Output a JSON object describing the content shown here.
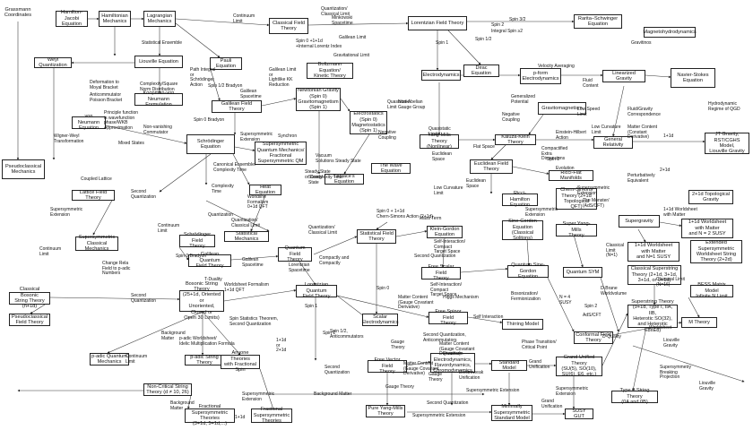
{
  "diagram": {
    "nodes": {
      "grassmann": "Grassmann\nCoordinates",
      "hj": "Hamilton-Jacobi\nEquation",
      "hm": "Hamiltonian\nMechanics",
      "lm": "Lagrangian\nMechanics",
      "cft_classical": "Classical Field\nTheory",
      "lorentzian": "Lorentzian Field Theory",
      "rs": "Rarita–Schwinger\nEquation",
      "mhd": "Magnetohydrodynamics",
      "liouville": "Liouville Equation",
      "weyl": "Weyl Quantization",
      "pauli": "Pauli Equation",
      "boltzmann": "Boltzmann Equation/\nKinetic Theory",
      "dirac": "Dirac Equation",
      "electro": "Electrodynamics",
      "pform": "p-form\nElectrodynamics",
      "linear_grav": "Linearized Gravity",
      "navier": "Navier-Stokes\nEquation",
      "koopman": "Koopman-von\nNeumann Formulation",
      "galilean": "Galilean Field Theory",
      "newtonian": "Newtonian Gravity\n(Spin 0)\nGravitomagnetism\n(Spin 1)",
      "gravitomag": "Gravitomagnetism",
      "electrostatics": "Electrostatics\n(Spin 0)\nMagnetostatics\n(Spin 1)",
      "vonneumann": "von Neumann\nEquation",
      "schrodinger": "Schrödinger\nEquation",
      "susy_qm": "Supersymmetric\nQuantum Mechanics/\nFractional\nSupersymmetric QM",
      "yang_mills": "Yang-Mills Theory\n(Nonlinear)",
      "kk": "Kaluza-Klein Theory",
      "gr": "General Relativity",
      "jt": "JT Gravity,\nRST/CGHS Model,\nLiouville Gravity",
      "pseudo": "Pseudoclassical\nMechanics",
      "laplace": "Laplace's Equation",
      "wave": "The Wave Equation",
      "euclidean": "Euclidean Field\nTheory",
      "ricci_flat": "Ricci-Flat Manifolds",
      "heat": "Heat Equation",
      "lattice": "Lattice Field Theory",
      "cs": "Chern-Simons\nTheory (2+1d\nTopological QFT)",
      "topo2": "2+1d Topological\nGravity",
      "ricci_ham": "Ricci-Hamilton\nEquation",
      "susy_cm": "Supersymmetric\nClassical Mechanics",
      "stat_mech": "Statistical Mechanics",
      "stat_ft": "Statistical Field\nTheory",
      "kg": "Klein-Gordon\nEquation",
      "sine_gordon": "Sine-Gordon\nEquation\n(Classical Solitons)",
      "sym": "Super Yang-Mills\nTheory",
      "sugra": "Supergravity",
      "worldsheet11": "1+1d Worldsheet\nwith Matter\nand N = 2 SUSY",
      "ext_susy": "Extended\nSupersymmetric\nWorldsheet String\nTheory (2+2d)",
      "schr_field": "Schrödinger Field\nTheory",
      "qft": "Quantum Field\nTheory",
      "sg_fund": "Quantum Sine-\nGordon Equation",
      "qsym": "Quantum SYM",
      "worldsheet_ns": "1+1d Worldsheet\nwith Matter\nand N=1 SUSY",
      "gqft": "Galilean Quantum\nField Theory",
      "lqft": "Lorentzian Quantum\nField Theory",
      "free_scalar": "Free Scalar Field\nTheory",
      "thirring": "Thirring Model",
      "cst": "Classical Superstring\nTheory (2+1d, 3+1d,\n3+1d, or 9+1d)",
      "bfss": "BFSS Matrix Model\nInfinite N Limit",
      "bosonic_cl": "Classical Bosonic\nString Theory (n+1d)",
      "bosonic": "Bosonic String Theory\n(25+1d, Oriented or\nUnoriented, Closed or\nOpen 30 Limits)",
      "scalar_ed": "Scalar\nElectrodynamics",
      "free_spinor": "Free Spinor Field\nTheory",
      "mtheory": "M Theory",
      "cft": "Conformal Field\nTheory",
      "superstring": "Superstring Theory\n(9+1d, Type I, IIA, IIB,\nHeterotic SO(32),\nand Heterotic E8xE8)",
      "pseudo_field": "Pseudoclassical\nField Theory",
      "padic_qm": "p-adic Quantum\nMechanics",
      "padic_string": "p-adic String Theory",
      "anyons": "Anyone Theories\nwith Fractional Spin",
      "free_vector": "Free Vector Field\nTheory",
      "qed": "Quantum\nElectrodynamics,\nFlavordynamics,\nChromodynamics",
      "standard": "Standard Model",
      "gut": "Grand Unified Theory\n(SU(5), SO(10),\nSU(6), E6, etc.)",
      "typeo": "Type 0 String Theory\n(0A and 0B)",
      "noncrit": "Non-Critical String\nTheory (d ≠ 10, 26)",
      "frac_susy": "Fractional\nSupersymmetric Theories\n(3+1d, 5+1d,...)",
      "frac_susy2": "Fractional\nSupersymmetric\nTheories",
      "pure_ym": "Pure Yang-Mills\nTheory",
      "mssm": "Minimally\nSupersymmetric\nStandard Model",
      "susy_gut": "SUSY GUT"
    },
    "labels": {
      "l1": "Continuum\nLimit",
      "l2": "Quantization/\nClassical Limit",
      "l3": "Minkowski\nSpacetime",
      "l4": "Spin 0 +1+1d\n+Internal Lorentz Index",
      "l5": "Spin 3/2",
      "l6": "Spin 2",
      "l7": "Integral Spin ≥2",
      "l8": "Spin 1/2",
      "l9": "Spin 1",
      "l10": "Statistical Ensemble",
      "l11": "Deformation to\nMoyal Bracket",
      "l12": "Anticommutator\nPoisson Bracket",
      "l13": "Complexity/Square\nNorm Distribution",
      "l14": "Principle function\nis wavefunction\nphase/WKB\nApproximation",
      "l15": "Non-vanishing\nCommutator",
      "l16": "Path Integral\nor\nSchrödinger\nAction",
      "l17": "Galilean\nSpacetime",
      "l18": "Spin 1/2 Bradyon",
      "l19": "Galilean Limit\nor\nLightlike KK\nReduction",
      "l20": "Gravitational Limit",
      "l21": "Galilean Limit",
      "l22": "Generalized\nPotential",
      "l23": "Velocity Averaging",
      "l24": "Fluid\nContent",
      "l25": "Gravitinos",
      "l26": "Wigner-Weyl\nTransformation",
      "l27": "Spin 0 Bradyon",
      "l28": "Synchron",
      "l29": "Negative\nCoupling",
      "l30": "Non-Abelian\nGauge Group",
      "l31": "Negative\nCoupling",
      "l32": "Low Speed\nLimit",
      "l33": "Fluid/Gravity\nCorrespondence",
      "l34": "Hydrodynamic\nRegime of QGD",
      "l35": "Matter Content\n(Constant\nDerivative)",
      "l36": "Quasistatic\nLimit",
      "l37": "Low Curvature\nLimit",
      "l38": "Mixed States",
      "l39": "Supersymmetric\nExtension",
      "l40": "Vacuum\nSolutions",
      "l41": "Quasistatic\nLimit",
      "l42": "Flat Space",
      "l43": "Einstein-Hilbert\nAction",
      "l44": "Compactified\nExtra\nDimensions",
      "l45": "1+1d",
      "l46": "Steady State",
      "l47": "Canonical Ensemble/\nComplexity Time",
      "l48": "Steady\nState",
      "l49": "Euclidean\nSpace",
      "l50": "Euclidean\nSpace",
      "l51": "Spin 2",
      "l52": "Evolution",
      "l53": "Steady State\nor Complexity Time",
      "l54": "Coupled Lattice",
      "l55": "Second\nQuantization",
      "l56": "Complexity\nTime",
      "l57": "2+1d",
      "l58": "Perturbatively\nEquivalent",
      "l59": "The Monster/\n(AdS/CFT)",
      "l60": "Supersymmetric\nExtension",
      "l61": "Quantization",
      "l62": "Low Curvature\nLimit",
      "l63": "Worldline\nFormalism\n0+1d QFT",
      "l64": "Mass Term",
      "l65": "Quantization/\nClassical Limit",
      "l66": "Spin 0 + 1+1d\nChern-Simons Action (2+1d)",
      "l67": "Supersymmetric\nExtension",
      "l68": "Spin 0 Bradyon",
      "l69": "Continuum\nLimit",
      "l70": "Galilean\nSpacetime",
      "l71": "Lorentzian\nSpacetime",
      "l72": "Compactly and\nCompactly",
      "l73": "Self-Interaction/\nCompact\nTarget Space",
      "l74": "Quantization/\nClassical Limit",
      "l75": "Continuum\nLimit",
      "l76": "Second Quantization",
      "l77": "Classical\nLimit\n(N=1)",
      "l78": "1+1d Worldsheet\nwith Matter",
      "l79": "Change Rela\nField to p-adic\nNumbers",
      "l80": "T-Duality",
      "l81": "Worldsheet Formalism\n1+1d QFT",
      "l82": "Spin 0",
      "l83": "Matter Content\n(Gauge Covariant\nDerivative)",
      "l84": "Self-Interaction/\nCompact\nTarget Space",
      "l85": "Higgs Mechanism",
      "l86": "Bosonization/\nFermionization",
      "l87": "D-Brane\nWorldvolume",
      "l88": "N = 4\nSUSY",
      "l89": "Classical Limit\n(N=16)",
      "l90": "Second\nQuantization",
      "l91": "Background\nMatter",
      "l92": "Spin Statistics Theorem,\nSecond Quantization",
      "l93": "p-adic Worldsheet/\nIdelic Multiplication Formula",
      "l94": "Spin 1/2,\nAnticommutators",
      "l95": "Second Quantization,\nAnticommutators",
      "l96": "Self Interaction",
      "l97": "AdS/CFT",
      "l98": "Spin 2",
      "l99": "Worldsheet",
      "l100": "Continuum\nLimit",
      "l101": "1+1d\nor\n2+1d",
      "l102": "Spin 1",
      "l103": "Gauge\nTheory",
      "l104": "Matter Content\n(Gauge Covariant\nDerivative)",
      "l105": "Phase Transition/\nCritical Point",
      "l106": "Liouville\nGravity",
      "l107": "Second\nQuantization",
      "l108": "Gauge\nTheory",
      "l109": "Electroweak\nUnification",
      "l110": "Grand\nUnification",
      "l111": "Supersymmetry\nBreaking\nProjection",
      "l112": "Liouville\nGravity",
      "l113": "Supersymmetric\nExtension",
      "l114": "Background Matter",
      "l115": "Gauge Theory",
      "l116": "Second Quantization",
      "l117": "Supersymmetric Extension",
      "l118": "Grand\nUnification",
      "l119": "Supersymmetric Extension",
      "l120": "1+1d",
      "l121": "Background\nMatter",
      "l122": "Spin 1",
      "l123": "D-Quality",
      "l124": "Matter Content\n(Gauge Covariant\nDerivative)",
      "l125": "Supersymmetric\nExtension",
      "l126": "Supersymmetric\nExtension"
    }
  }
}
